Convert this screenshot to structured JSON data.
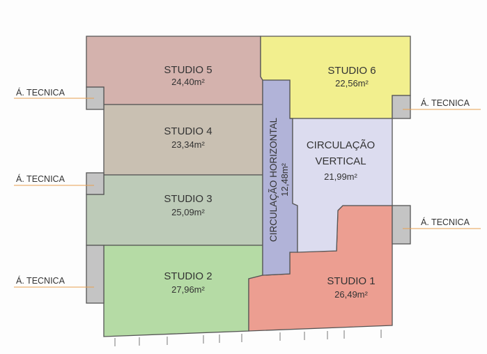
{
  "rooms": [
    {
      "name": "STUDIO 5",
      "area": "24,40m²",
      "color": "#d4b2ad"
    },
    {
      "name": "STUDIO 6",
      "area": "22,56m²",
      "color": "#f2ef8e"
    },
    {
      "name": "STUDIO 4",
      "area": "23,34m²",
      "color": "#c9c0b2"
    },
    {
      "name": "STUDIO 3",
      "area": "25,09m²",
      "color": "#bdcbb8"
    },
    {
      "name": "STUDIO 2",
      "area": "27,96m²",
      "color": "#b5dba5"
    },
    {
      "name": "STUDIO 1",
      "area": "26,49m²",
      "color": "#ec9e91"
    },
    {
      "name": "CIRCULAÇÃO HORIZONTAL",
      "area": "12,48m²",
      "color": "#b1b3d8"
    },
    {
      "name_line1": "CIRCULAÇÃO",
      "name_line2": "VERTICAL",
      "area": "21,99m²",
      "color": "#dcdcef"
    }
  ],
  "technical_areas": {
    "label": "Á. TECNICA",
    "box_color": "#c4c4c4",
    "leader_color": "#e8a050"
  }
}
